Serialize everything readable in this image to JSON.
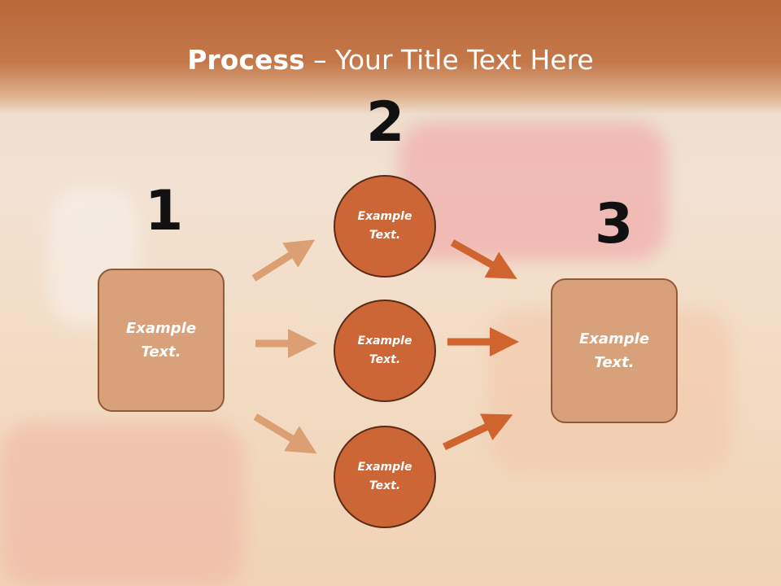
{
  "title": {
    "bold": "Process",
    "rest": " – Your Title Text Here"
  },
  "steps": [
    {
      "number": "1"
    },
    {
      "number": "2"
    },
    {
      "number": "3"
    }
  ],
  "left_box": {
    "text": "Example Text."
  },
  "circles": [
    {
      "text": "Example Text."
    },
    {
      "text": "Example Text."
    },
    {
      "text": "Example Text."
    }
  ],
  "right_box": {
    "text": "Example Text."
  },
  "colors": {
    "header": "#c4784a",
    "box_fill": "#d9a17a",
    "circle_fill": "#cd6636",
    "arrow_light": "#dc9e73",
    "arrow_dark": "#d0642e"
  }
}
